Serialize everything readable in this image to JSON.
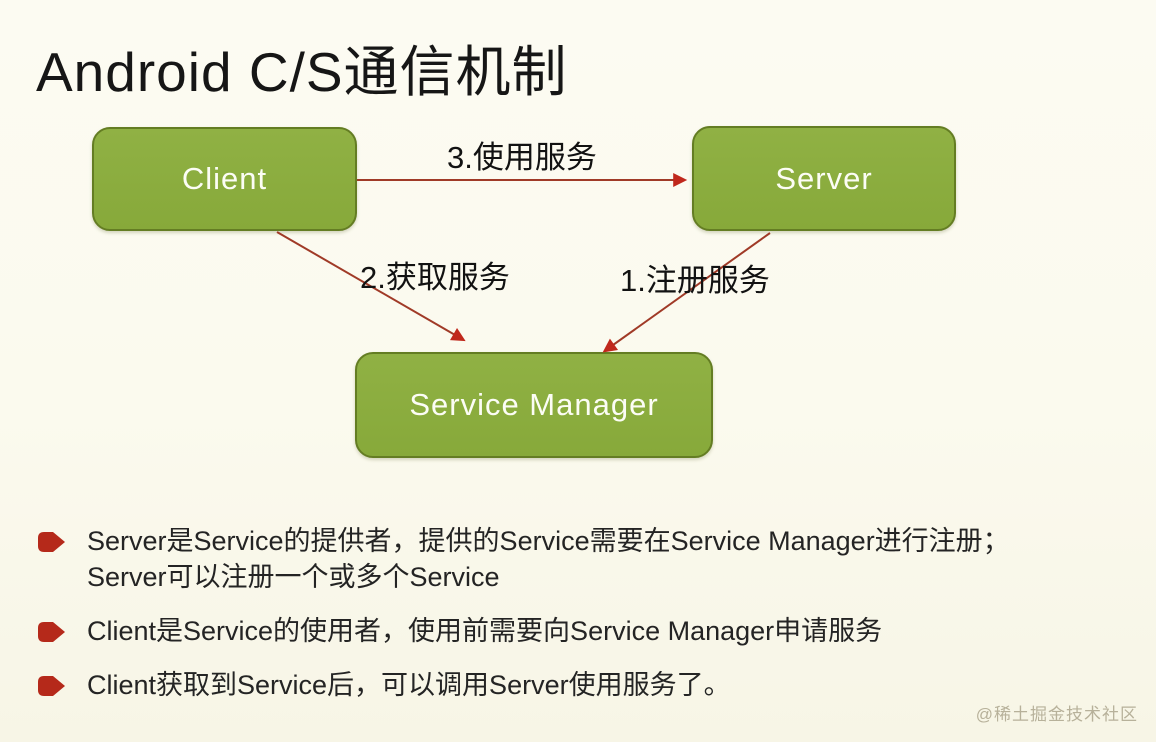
{
  "page": {
    "title": "Android C/S通信机制",
    "watermark": "@稀土掘金技术社区"
  },
  "diagram": {
    "nodes": [
      {
        "id": "client",
        "label": "Client"
      },
      {
        "id": "server",
        "label": "Server"
      },
      {
        "id": "service_manager",
        "label": "Service Manager"
      }
    ],
    "edges": [
      {
        "id": "use_service",
        "from": "client",
        "to": "server",
        "label": "3.使用服务"
      },
      {
        "id": "get_service",
        "from": "client",
        "to": "service_manager",
        "label": "2.获取服务"
      },
      {
        "id": "register_service",
        "from": "server",
        "to": "service_manager",
        "label": "1.注册服务"
      }
    ]
  },
  "bullets": [
    {
      "lines": [
        "Server是Service的提供者，提供的Service需要在Service Manager进行注册；",
        "Server可以注册一个或多个Service"
      ]
    },
    {
      "lines": [
        "Client是Service的使用者，使用前需要向Service Manager申请服务"
      ]
    },
    {
      "lines": [
        "Client获取到Service后，可以调用Server使用服务了。"
      ]
    }
  ],
  "colors": {
    "background": "#fbfaee",
    "node_fill": "#88aa3b",
    "node_border": "#647d23",
    "node_text": "#fcfdf5",
    "arrow_line": "#a03a27",
    "arrow_head": "#c0281c",
    "bullet_marker": "#b5291a",
    "body_text": "#242424",
    "watermark_text": "#b7b19a"
  }
}
